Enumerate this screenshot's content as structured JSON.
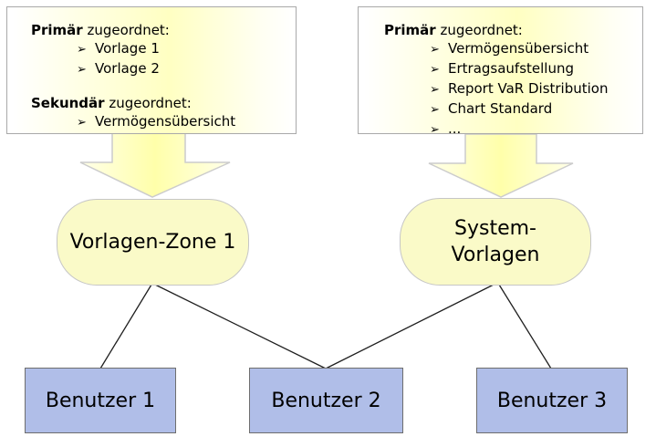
{
  "colors": {
    "page_bg": "#ffffff",
    "text_color": "#000000",
    "box_border": "#a9a9a9",
    "box_yellow": "#ffffc2",
    "arrow_border": "#cccccc",
    "arrow_edge": "#ffffe9",
    "arrow_center": "#ffffaa",
    "zone_fill": "#fafac8",
    "zone_border": "#c6c6c6",
    "user_fill": "#b0bee8",
    "user_border": "#6e6e6e",
    "line_color": "#1f1f1f"
  },
  "bullet_glyph": "➢",
  "assignment_boxes": [
    {
      "sections": [
        {
          "title_bold": "Primär",
          "title_rest": " zugeordnet:",
          "items": [
            "Vorlage 1",
            "Vorlage 2"
          ]
        },
        {
          "title_bold": "Sekundär",
          "title_rest": " zugeordnet:",
          "items": [
            "Vermögensübersicht"
          ]
        }
      ]
    },
    {
      "sections": [
        {
          "title_bold": "Primär",
          "title_rest": " zugeordnet:",
          "items": [
            "Vermögensübersicht",
            "Ertragsaufstellung",
            "Report VaR Distribution",
            "Chart Standard",
            "..."
          ]
        }
      ]
    }
  ],
  "zones": [
    {
      "lines": [
        "Vorlagen-Zone 1"
      ]
    },
    {
      "lines": [
        "System-",
        "Vorlagen"
      ]
    }
  ],
  "users": [
    {
      "label": "Benutzer 1"
    },
    {
      "label": "Benutzer 2"
    },
    {
      "label": "Benutzer 3"
    }
  ]
}
